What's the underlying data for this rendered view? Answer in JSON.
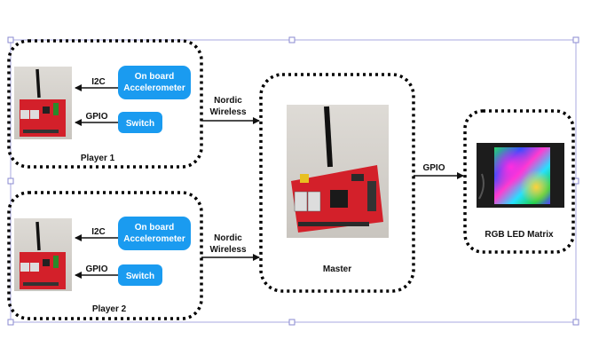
{
  "colors": {
    "accent_blue": "#1a9bf0",
    "border_dotted": "#000000",
    "selection_frame": "#6c6cd8",
    "board_red": "#d3202a"
  },
  "player1": {
    "title": "Player 1",
    "sensor_button": [
      "On board",
      "Accelerometer"
    ],
    "sensor_bus": "I2C",
    "switch_button": "Switch",
    "switch_bus": "GPIO"
  },
  "player2": {
    "title": "Player 2",
    "sensor_button": [
      "On board",
      "Accelerometer"
    ],
    "sensor_bus": "I2C",
    "switch_button": "Switch",
    "switch_bus": "GPIO"
  },
  "links": {
    "wireless_top": [
      "Nordic",
      "Wireless"
    ],
    "wireless_bottom": [
      "Nordic",
      "Wireless"
    ],
    "to_matrix": "GPIO"
  },
  "master": {
    "title": "Master"
  },
  "matrix": {
    "title": "RGB LED Matrix"
  },
  "icons": {
    "board": "dev-board-photo-icon",
    "matrix": "led-matrix-photo-icon",
    "arrow": "arrow-icon"
  }
}
